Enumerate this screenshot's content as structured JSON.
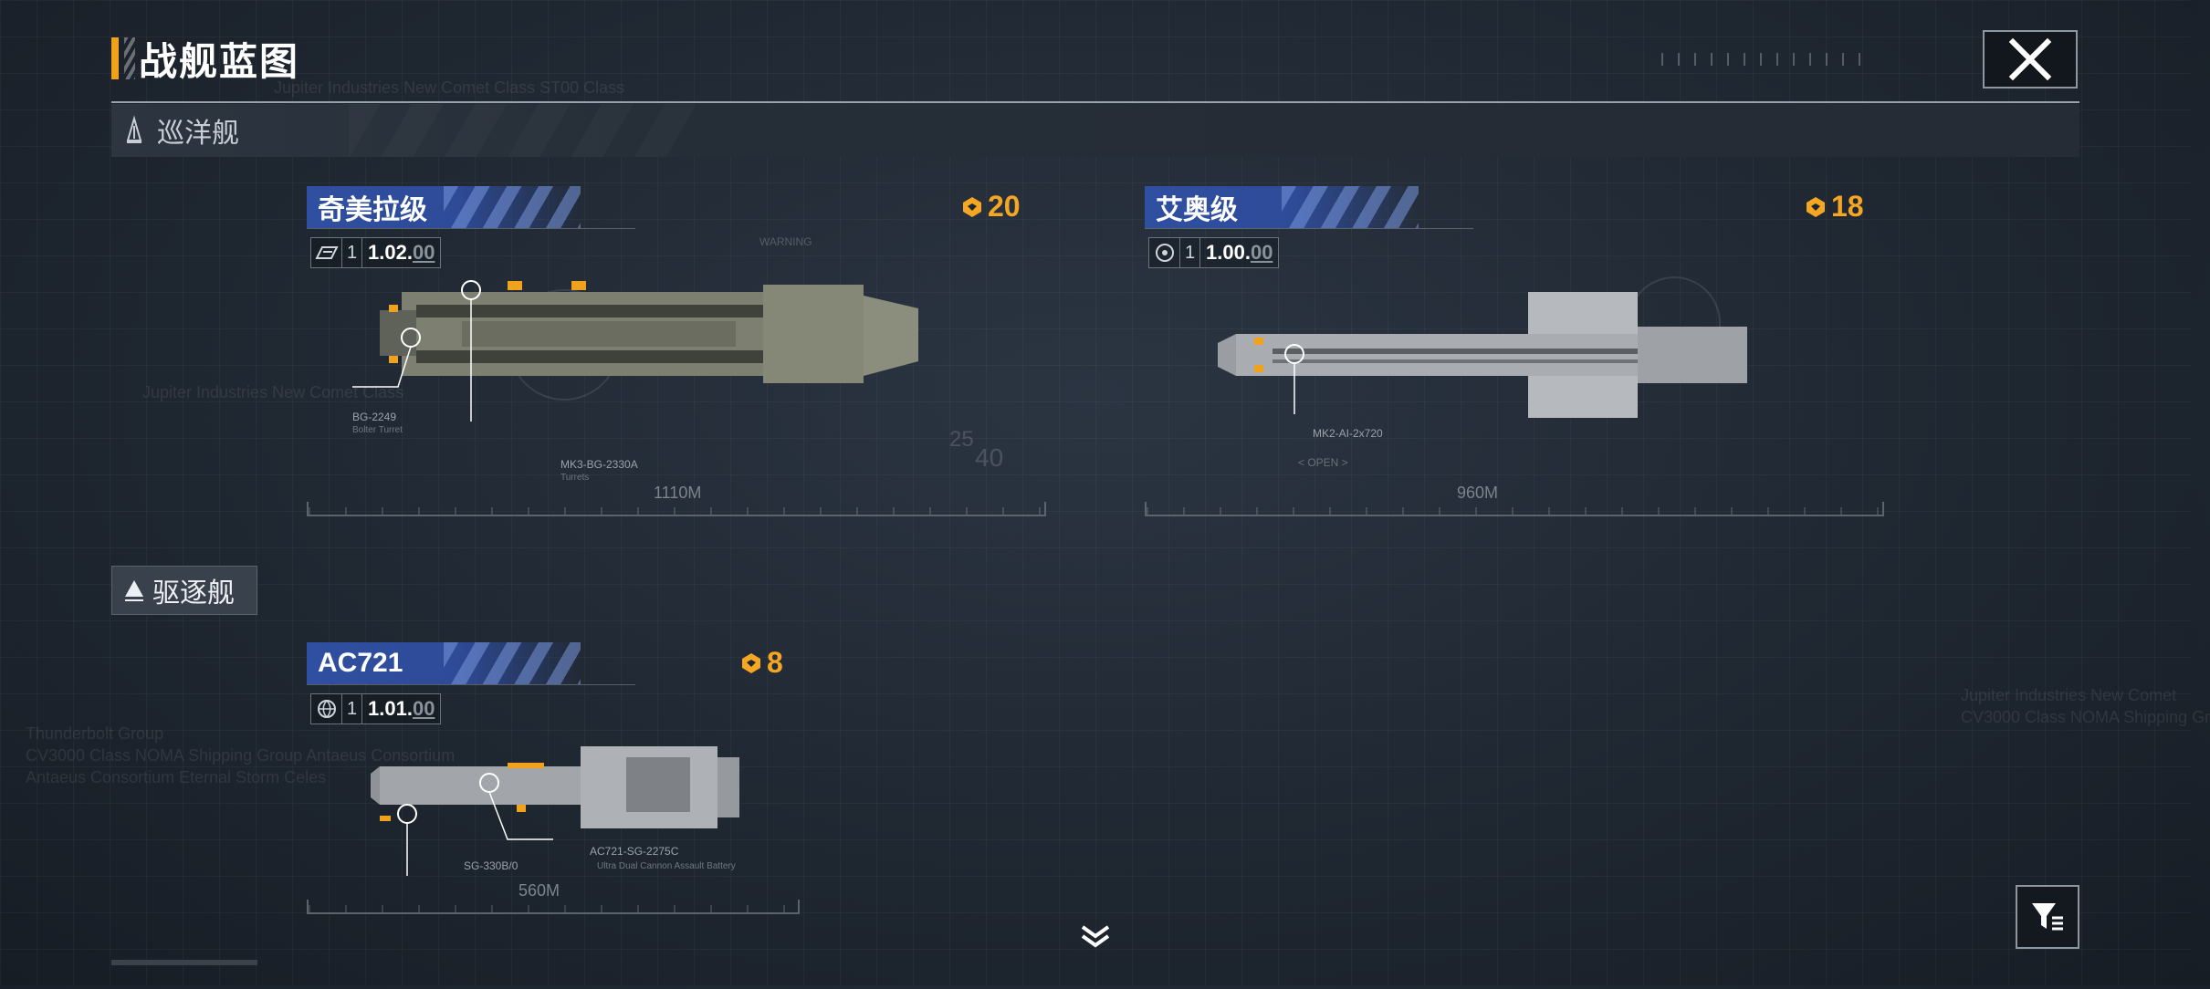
{
  "header": {
    "title": "战舰蓝图",
    "close_icon": "close-icon"
  },
  "sections": [
    {
      "label": "巡洋舰",
      "icon": "cruiser-icon"
    },
    {
      "label": "驱逐舰",
      "icon": "destroyer-icon"
    }
  ],
  "background_text": [
    "Jupiter Industries   New Comet Class   ST00 Class",
    "Jupiter Industries   New Comet Class",
    "Thunderbolt Group",
    "CV3000 Class NOMA Shipping Group Antaeus Consortium",
    "Antaeus Consortium Eternal Storm Celes",
    "Jupiter Industries   New Comet",
    "CV3000 Class NOMA Shipping Gr"
  ],
  "cards": [
    {
      "name": "奇美拉级",
      "cost": "20",
      "tier": "1",
      "version_main": "1.02",
      "version_dim": "00",
      "length": "1110M",
      "callouts": [
        "BG-2249",
        "Bolter Turret",
        "MK3-BG-2330A",
        "Turrets"
      ],
      "margin_marks": [
        "WARNING",
        "25",
        "40"
      ],
      "emblem_icon": "hull-emblem-icon",
      "ship_color": "#7d8070"
    },
    {
      "name": "艾奥级",
      "cost": "18",
      "tier": "1",
      "version_main": "1.00",
      "version_dim": "00",
      "length": "960M",
      "callouts": [
        "MK2-AI-2x720",
        "< OPEN >"
      ],
      "emblem_icon": "settings-emblem-icon",
      "ship_color": "#a9acb0"
    },
    {
      "name": "AC721",
      "cost": "8",
      "tier": "1",
      "version_main": "1.01",
      "version_dim": "00",
      "length": "560M",
      "callouts": [
        "SG-330B/0",
        "AC721-SG-2275C",
        "Ultra Dual Cannon Assault Battery"
      ],
      "emblem_icon": "globe-emblem-icon",
      "ship_color": "#a2a5a9"
    }
  ],
  "colors": {
    "accent": "#f0a21d",
    "cost": "#f5a623",
    "banner": "#2f4fa0",
    "background": "#1e2630"
  },
  "footer": {
    "scroll_icon": "chevron-down-double-icon",
    "filter_icon": "filter-icon"
  }
}
